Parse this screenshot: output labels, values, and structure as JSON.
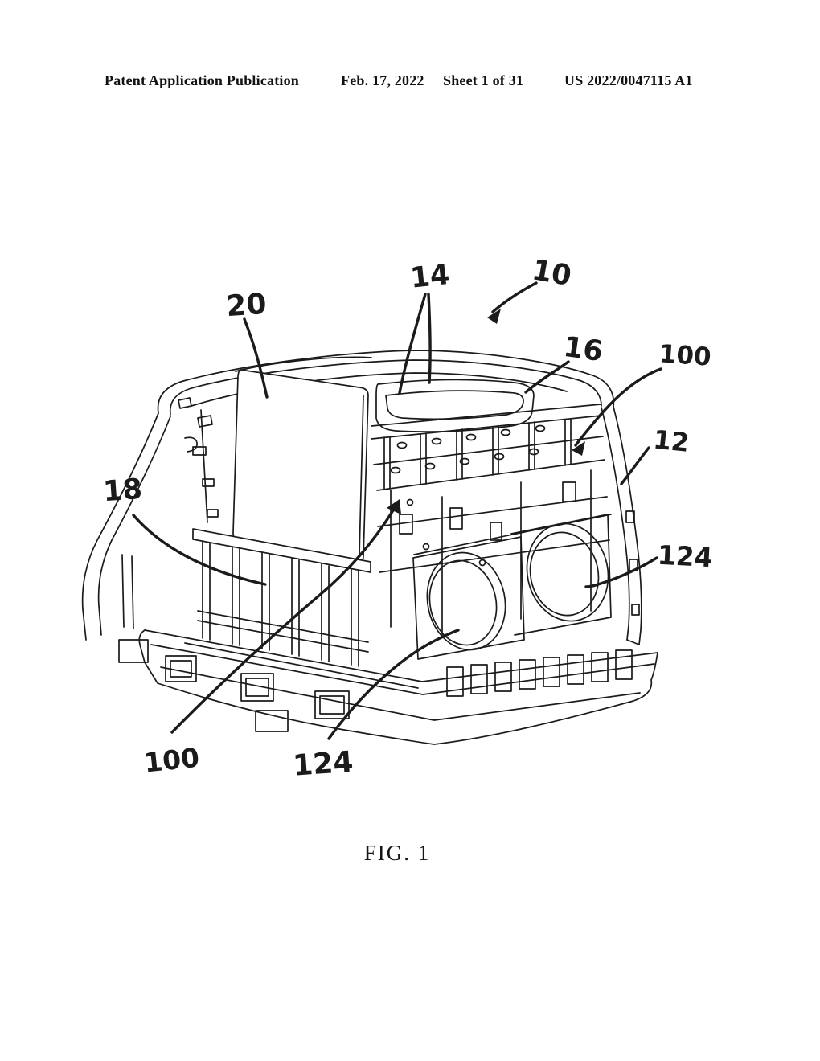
{
  "page": {
    "paper_color": "#ffffff",
    "ink": "#1b1b1b"
  },
  "header": {
    "publication": "Patent Application Publication",
    "date": "Feb. 17, 2022",
    "sheet": "Sheet 1 of 31",
    "patent_number": "US 2022/0047115 A1"
  },
  "figure": {
    "caption": "FIG. 1",
    "reference_labels": [
      {
        "text": "20"
      },
      {
        "text": "14"
      },
      {
        "text": "10"
      },
      {
        "text": "16"
      },
      {
        "text": "100"
      },
      {
        "text": "12"
      },
      {
        "text": "124"
      },
      {
        "text": "18"
      },
      {
        "text": "100"
      },
      {
        "text": "124"
      }
    ]
  }
}
